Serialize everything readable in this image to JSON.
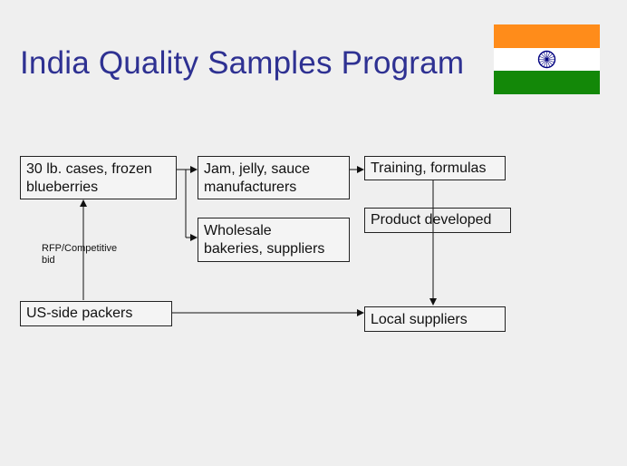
{
  "title": "India Quality Samples Program",
  "flag": {
    "name": "india-flag",
    "colors": {
      "saffron": "#ff8c1a",
      "white": "#ffffff",
      "green": "#138808",
      "chakra": "#000080"
    }
  },
  "boxes": {
    "frozen_blueberries": {
      "line1": "30 lb. cases, frozen",
      "line2": "blueberries"
    },
    "jam_manufacturers": {
      "line1": "Jam, jelly, sauce",
      "line2": "manufacturers"
    },
    "training": {
      "label": "Training, formulas"
    },
    "wholesale": {
      "line1": "Wholesale",
      "line2": "bakeries, suppliers"
    },
    "product_developed": {
      "label": "Product developed"
    },
    "us_packers": {
      "label": "US-side packers"
    },
    "local_suppliers": {
      "label": "Local suppliers"
    }
  },
  "annotation": {
    "line1": "RFP/Competitive",
    "line2": "bid"
  }
}
